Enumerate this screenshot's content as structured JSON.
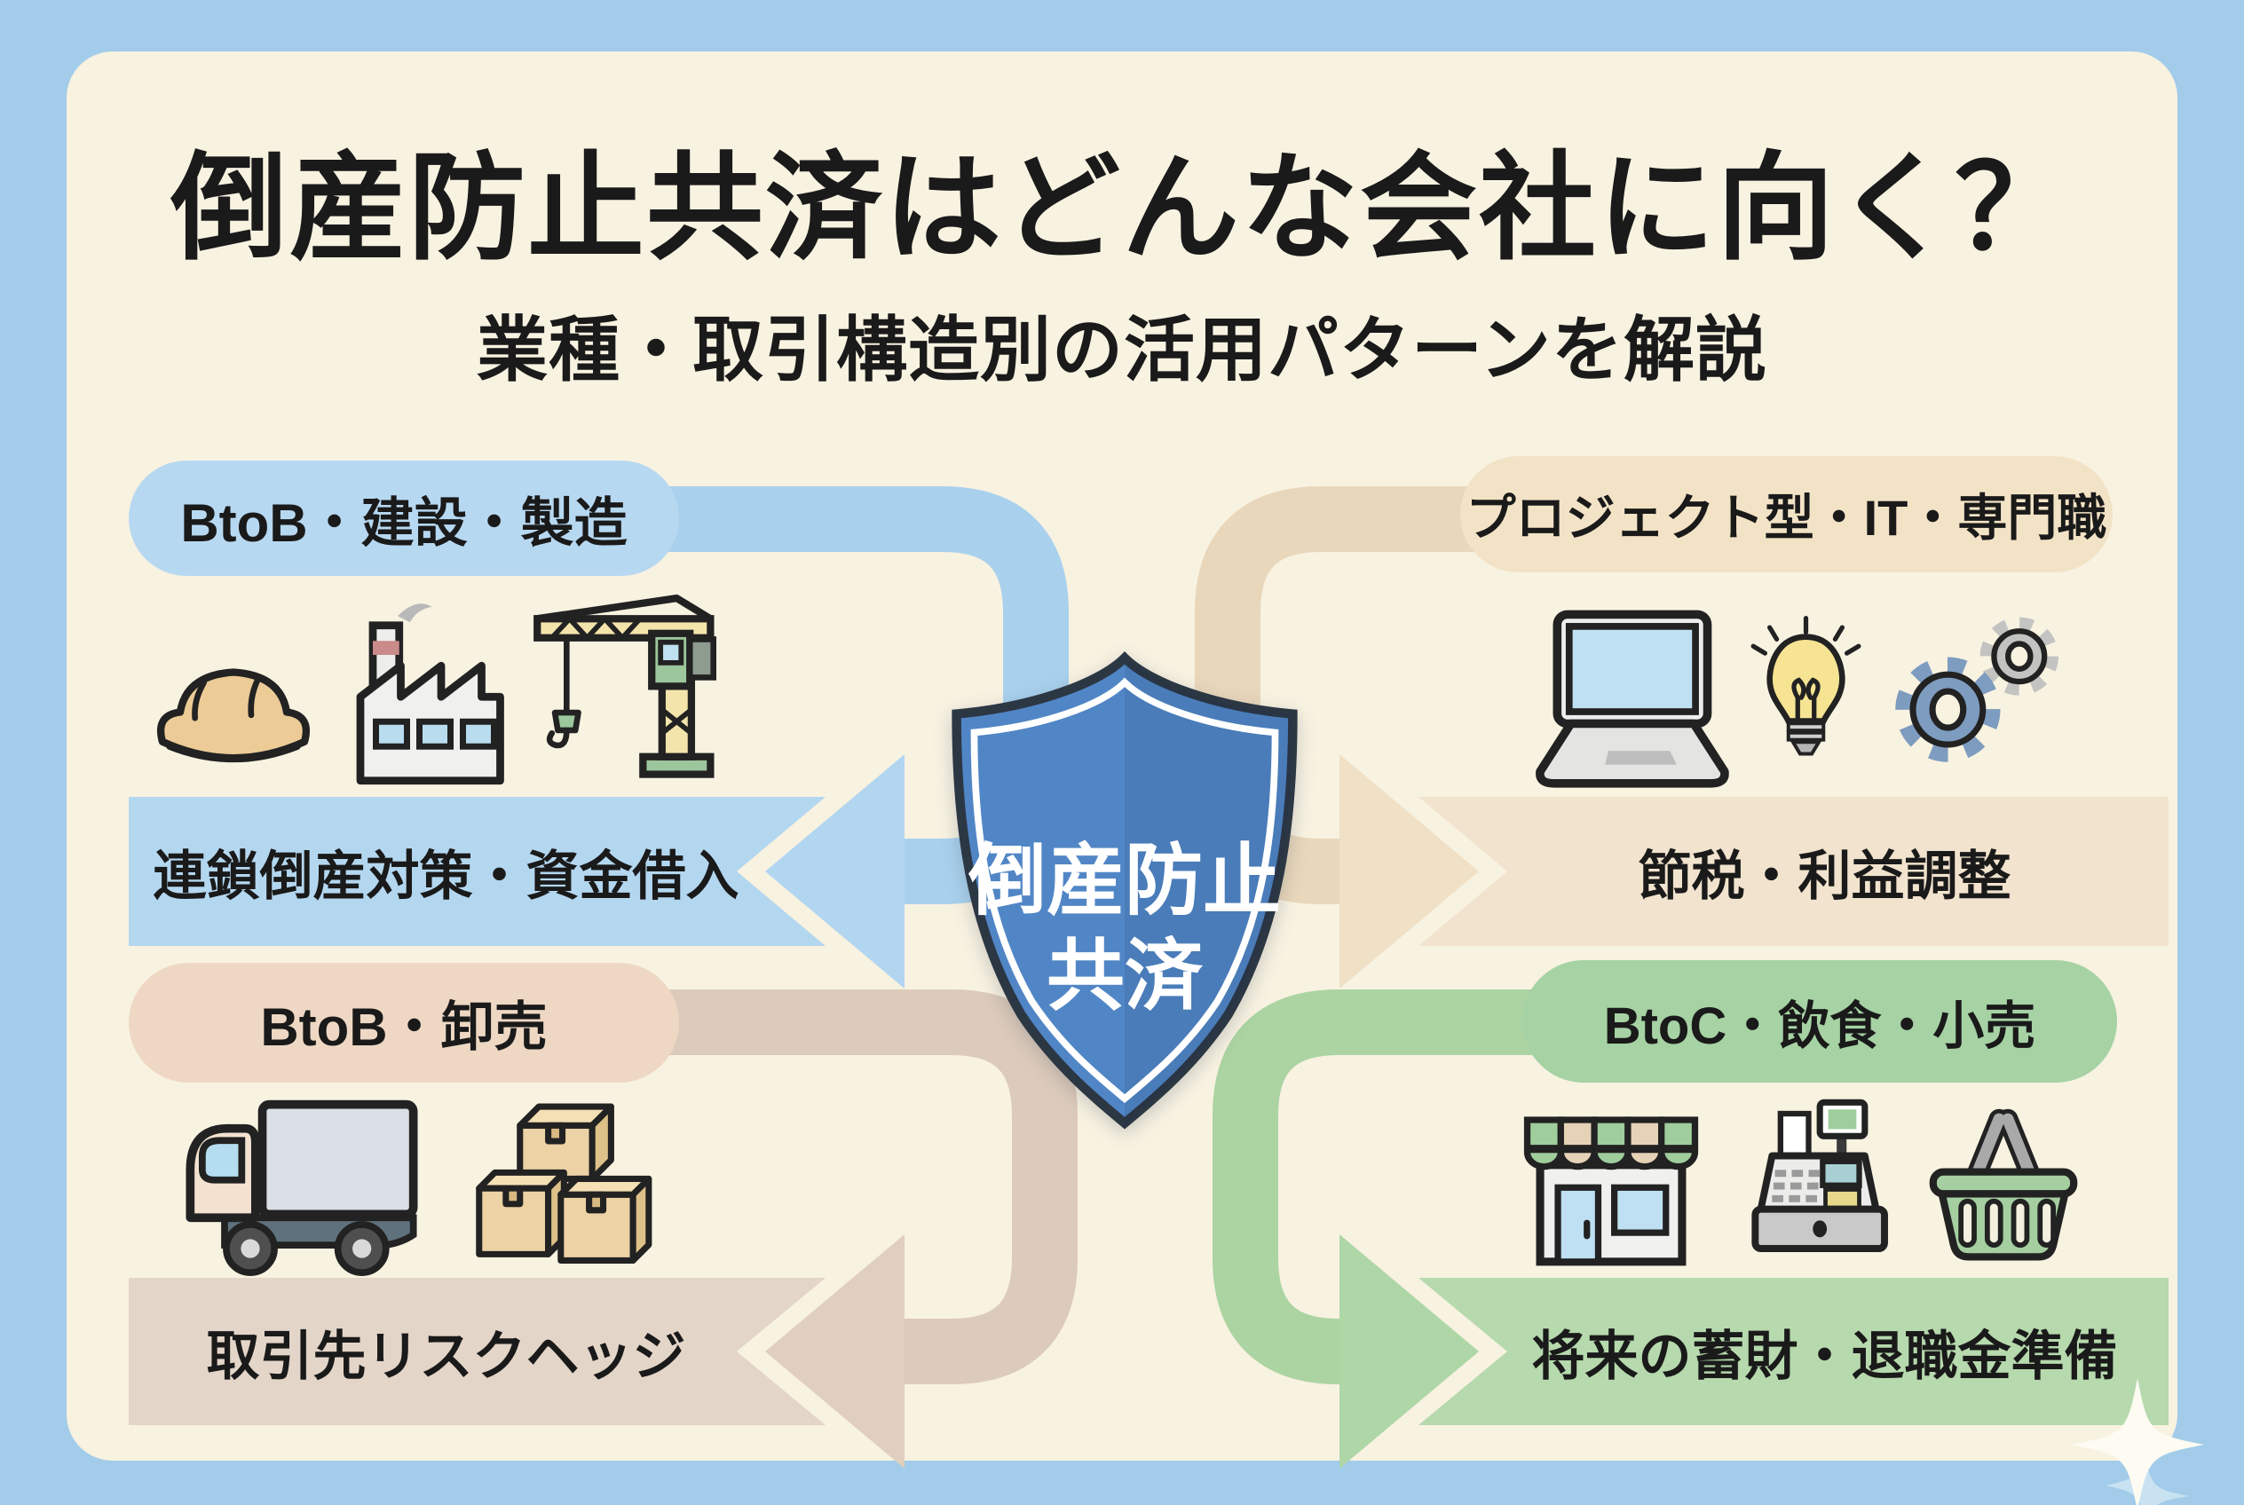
{
  "title": "倒産防止共済はどんな会社に向く？",
  "subtitle": "業種・取引構造別の活用パターンを解説",
  "shield": {
    "line1": "倒産防止",
    "line2": "共済"
  },
  "quadrants": {
    "top_left": {
      "pill": "BtoB・建設・製造",
      "arrow_label": "連鎖倒産対策・資金借入",
      "icons": [
        "hard-hat",
        "factory",
        "tower-crane"
      ],
      "color": "#b7d8f1"
    },
    "top_right": {
      "pill": "プロジェクト型・IT・専門職",
      "arrow_label": "節税・利益調整",
      "icons": [
        "laptop",
        "lightbulb",
        "gears"
      ],
      "color": "#f3e3c6"
    },
    "bottom_left": {
      "pill": "BtoB・卸売",
      "arrow_label": "取引先リスクヘッジ",
      "icons": [
        "truck",
        "cardboard-boxes"
      ],
      "color": "#eed8c4"
    },
    "bottom_right": {
      "pill": "BtoC・飲食・小売",
      "arrow_label": "将来の蓄財・退職金準備",
      "icons": [
        "storefront",
        "cash-register",
        "shopping-basket"
      ],
      "color": "#a6d2a4"
    }
  },
  "colors": {
    "background": "#a2cce9",
    "panel": "#f8f2e1",
    "shield_blue": "#4d81c3",
    "blue_path": "#a9d1ed",
    "tan_path": "#e9d7bb",
    "grey_tan_path": "#dccaba",
    "green_path": "#abd4a2",
    "text": "#1a1a1a"
  }
}
